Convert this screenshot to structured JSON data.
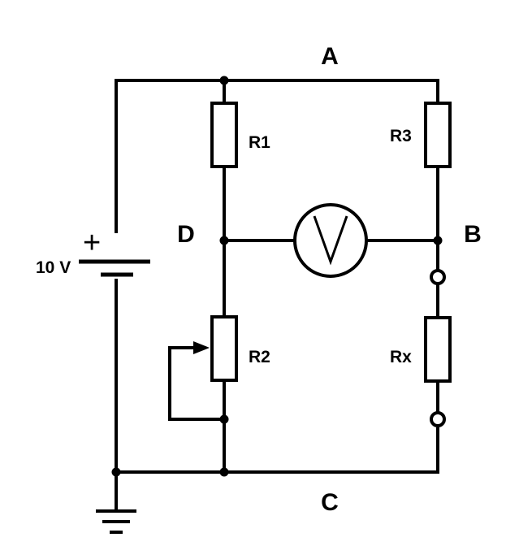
{
  "diagram": {
    "nodes": {
      "a": "A",
      "b": "B",
      "c": "C",
      "d": "D"
    },
    "components": {
      "r1": "R1",
      "r2": "R2",
      "r3": "R3",
      "rx": "Rx",
      "source_voltage": "10 V",
      "source_plus": "+"
    },
    "meter": "voltmeter",
    "colors": {
      "line": "#000000",
      "background": "#ffffff"
    }
  }
}
